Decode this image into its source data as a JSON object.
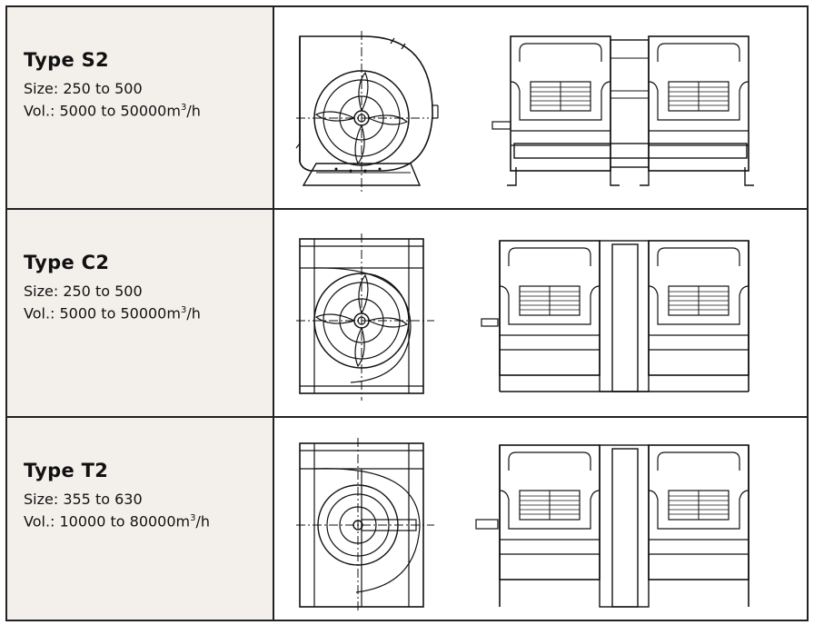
{
  "fan_types": [
    {
      "title": "Type S2",
      "size": "Size: 250 to 500",
      "vol": "Vol.: 5000 to 50000m",
      "unit_exp": "3",
      "unit_tail": "/h"
    },
    {
      "title": "Type C2",
      "size": "Size: 250 to 500",
      "vol": "Vol.: 5000 to 50000m",
      "unit_exp": "3",
      "unit_tail": "/h"
    },
    {
      "title": "Type T2",
      "size": "Size: 355 to 630",
      "vol": "Vol.: 10000 to 80000m",
      "unit_exp": "3",
      "unit_tail": "/h"
    }
  ]
}
